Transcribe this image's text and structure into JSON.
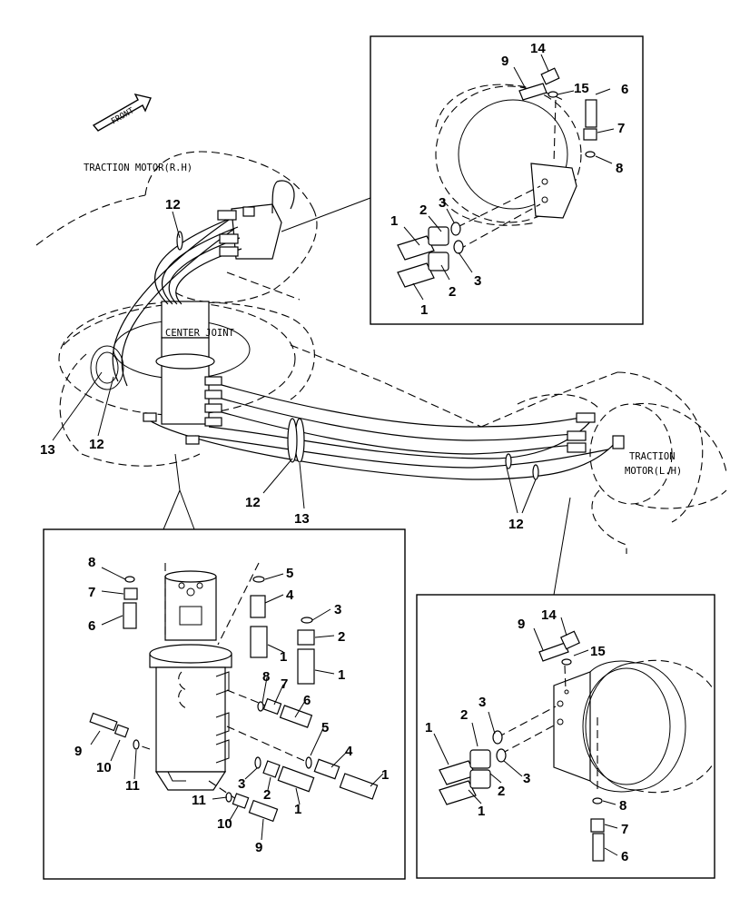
{
  "labels": {
    "front": "FRONT",
    "motor_rh": "TRACTION MOTOR(R.H)",
    "center_joint": "CENTER JOINT",
    "motor_lh_line1": "TRACTION",
    "motor_lh_line2": "MOTOR(L.H)"
  },
  "callouts": {
    "main": [
      "12",
      "13",
      "12",
      "12",
      "13",
      "12"
    ],
    "top_right": [
      "14",
      "9",
      "15",
      "6",
      "7",
      "8",
      "3",
      "2",
      "1",
      "3",
      "2",
      "1"
    ],
    "bottom_left": [
      "8",
      "7",
      "6",
      "5",
      "4",
      "3",
      "2",
      "1",
      "1",
      "8",
      "7",
      "6",
      "9",
      "10",
      "11",
      "5",
      "4",
      "1",
      "3",
      "2",
      "1",
      "11",
      "10",
      "9"
    ],
    "bottom_right": [
      "14",
      "9",
      "15",
      "3",
      "2",
      "1",
      "3",
      "2",
      "1",
      "8",
      "7",
      "6"
    ]
  }
}
